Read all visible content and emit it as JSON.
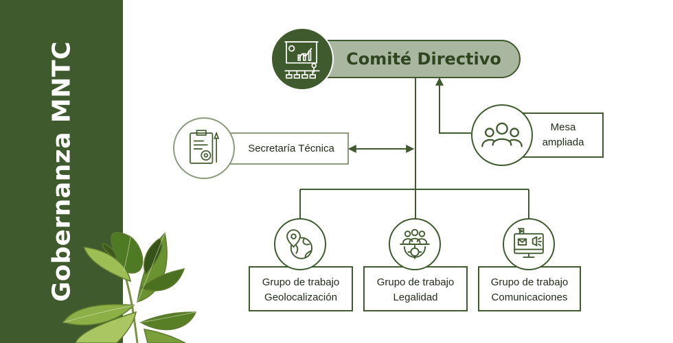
{
  "sidebar": {
    "title": "Gobernanza MNTC"
  },
  "diagram": {
    "committee": {
      "label": "Comité Directivo",
      "icon": "presentation-board-icon"
    },
    "secretaria": {
      "label": "Secretaría Técnica",
      "icon": "document-gear-icon"
    },
    "mesa": {
      "label": "Mesa\nampliada",
      "icon": "people-group-icon"
    },
    "groups": [
      {
        "label": "Grupo de trabajo\nGeolocalización",
        "icon": "globe-location-icon"
      },
      {
        "label": "Grupo de trabajo\nLegalidad",
        "icon": "team-gear-icon"
      },
      {
        "label": "Grupo de trabajo\nComunicaciones",
        "icon": "media-monitor-icon"
      }
    ]
  },
  "colors": {
    "primary": "#3f5a2c",
    "pill": "#a9b6a0",
    "muted": "#8c9a7c"
  }
}
